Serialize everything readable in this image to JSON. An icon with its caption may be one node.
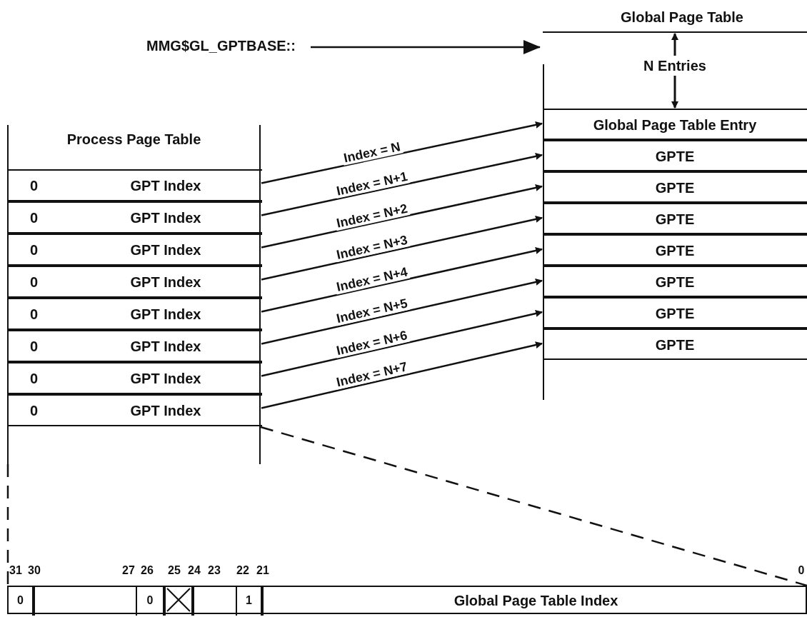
{
  "diagram": {
    "nodes": [
      {
        "text": [
          "MMG$GL_GPTBASE::"
        ]
      },
      {
        "text": [
          "Global Page Table"
        ]
      },
      {
        "text": [
          "Process Page Table"
        ]
      },
      {
        "text": [
          "0",
          "GPT Index"
        ],
        "in": 2
      },
      {
        "text": [
          "0",
          "GPT Index"
        ],
        "in": 2
      },
      {
        "text": [
          "0",
          "GPT Index"
        ],
        "in": 2
      },
      {
        "text": [
          "0",
          "GPT Index"
        ],
        "in": 2
      },
      {
        "text": [
          "0",
          "GPT Index"
        ],
        "in": 2
      },
      {
        "text": [
          "0",
          "GPT Index"
        ],
        "in": 2
      },
      {
        "text": [
          "0",
          "GPT Index"
        ],
        "in": 2
      },
      {
        "text": [
          "0",
          "GPT Index"
        ],
        "in": 2
      },
      {
        "text": [
          "Global Page Table Entry"
        ],
        "in": 1
      },
      {
        "text": [
          "GPTE"
        ],
        "in": 1
      },
      {
        "text": [
          "GPTE"
        ],
        "in": 1
      },
      {
        "text": [
          "GPTE"
        ],
        "in": 1
      },
      {
        "text": [
          "GPTE"
        ],
        "in": 1
      },
      {
        "text": [
          "GPTE"
        ],
        "in": 1
      },
      {
        "text": [
          "GPTE"
        ],
        "in": 1
      },
      {
        "text": [
          "GPTE"
        ],
        "in": 1
      },
      {
        "text": [],
        "shape": "box"
      },
      {
        "text": [
          "0"
        ],
        "in": 19
      },
      {
        "text": [],
        "shape": "box",
        "in": 19
      },
      {
        "text": [
          "0"
        ],
        "in": 19
      },
      {
        "text": [],
        "shape": "cross",
        "in": 19
      },
      {
        "text": [],
        "shape": "box",
        "in": 19
      },
      {
        "text": [
          "1"
        ],
        "in": 19
      },
      {
        "text": [
          "Global Page Table Index"
        ],
        "in": 19
      }
    ],
    "edges": [
      {
        "from": 0,
        "to": 1,
        "arrow": "to"
      },
      {
        "from": 3,
        "to": 11,
        "arrow": "to",
        "label": "Index = N"
      },
      {
        "from": 4,
        "to": 12,
        "arrow": "to",
        "label": "Index = N+1"
      },
      {
        "from": 5,
        "to": 13,
        "arrow": "to",
        "label": "Index = N+2"
      },
      {
        "from": 6,
        "to": 14,
        "arrow": "to",
        "label": "Index = N+3"
      },
      {
        "from": 7,
        "to": 15,
        "arrow": "to",
        "label": "Index = N+4"
      },
      {
        "from": 8,
        "to": 16,
        "arrow": "to",
        "label": "Index = N+5"
      },
      {
        "from": 9,
        "to": 17,
        "arrow": "to",
        "label": "Index = N+6"
      },
      {
        "from": 10,
        "to": 18,
        "arrow": "to",
        "label": "Index = N+7"
      },
      {
        "from": 10,
        "to": 19,
        "arrow": "none",
        "style": "dashed"
      },
      {
        "from": 2,
        "to": 19,
        "arrow": "none",
        "style": "dashed"
      }
    ],
    "labels": [
      "N Entries",
      "31",
      "30",
      "27",
      "26",
      "25",
      "24",
      "23",
      "22",
      "21",
      "0"
    ]
  }
}
